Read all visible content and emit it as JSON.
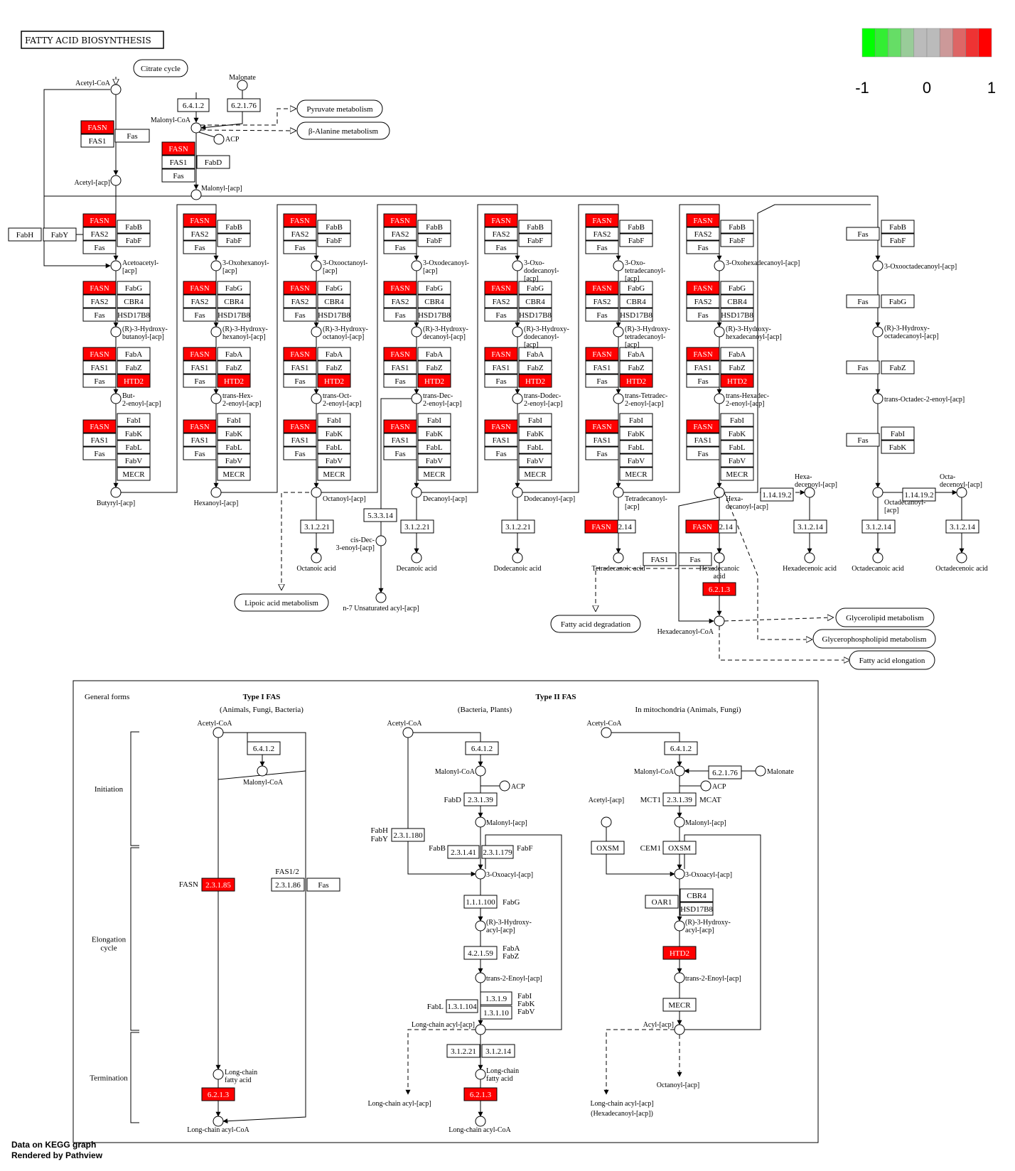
{
  "title": "FATTY ACID BIOSYNTHESIS",
  "legend": {
    "colors": [
      "#00ff00",
      "#33ee33",
      "#66dd66",
      "#99cc99",
      "#bbbbbb",
      "#bbbbbb",
      "#cc9999",
      "#dd6666",
      "#ee3333",
      "#ff0000"
    ],
    "labels": [
      "-1",
      "0",
      "1"
    ]
  },
  "footer": {
    "line1": "Data on KEGG graph",
    "line2": "Rendered by Pathview"
  },
  "highlight_color": "#ff0000",
  "pathway_links": [
    "Citrate cycle",
    "Pyruvate metabolism",
    "β-Alanine metabolism",
    "Lipoic acid metabolism",
    "Fatty acid degradation",
    "Glycerolipid metabolism",
    "Glycerophospholipid metabolism",
    "Fatty acid elongation"
  ],
  "top": {
    "acetyl_coa": "Acetyl-CoA",
    "malonate": "Malonate",
    "malonyl_coa": "Malonyl-CoA",
    "acp": "ACP",
    "acetyl_acp": "Acetyl-[acp]",
    "malonyl_acp": "Malonyl-[acp]",
    "ec_6412": "6.4.1.2",
    "ec_62176": "6.2.1.76",
    "fasn": "FASN",
    "fas1": "FAS1",
    "fas": "Fas",
    "fabd": "FabD",
    "fabh": "FabH",
    "faby": "FabY"
  },
  "gene_labels": {
    "fasn": "FASN",
    "fas2": "FAS2",
    "fas1": "FAS1",
    "fas": "Fas",
    "fabb": "FabB",
    "fabf": "FabF",
    "fabg": "FabG",
    "cbr4": "CBR4",
    "hsd": "HSD17B8",
    "faba": "FabA",
    "fabz": "FabZ",
    "htd2": "HTD2",
    "fabi": "FabI",
    "fabk": "FabK",
    "fabl": "FabL",
    "fabv": "FabV",
    "mecr": "MECR"
  },
  "columns": [
    {
      "keto": "Acetoacetyl-\n[acp]",
      "hydroxy": "(R)-3-Hydroxy-\nbutanoyl-[acp]",
      "enoyl": "But-\n2-enoyl-[acp]",
      "acyl": "Butyryl-[acp]"
    },
    {
      "keto": "3-Oxohexanoyl-\n[acp]",
      "hydroxy": "(R)-3-Hydroxy-\nhexanoyl-[acp]",
      "enoyl": "trans-Hex-\n2-enoyl-[acp]",
      "acyl": "Hexanoyl-[acp]"
    },
    {
      "keto": "3-Oxooctanoyl-\n[acp]",
      "hydroxy": "(R)-3-Hydroxy-\noctanoyl-[acp]",
      "enoyl": "trans-Oct-\n2-enoyl-[acp]",
      "acyl": "Octanoyl-[acp]",
      "ec": "3.1.2.21",
      "acid": "Octanoic acid"
    },
    {
      "keto": "3-Oxodecanoyl-\n[acp]",
      "hydroxy": "(R)-3-Hydroxy-\ndecanoyl-[acp]",
      "enoyl": "trans-Dec-\n2-enoyl-[acp]",
      "acyl": "Decanoyl-[acp]",
      "ec": "3.1.2.21",
      "acid": "Decanoic acid"
    },
    {
      "keto": "3-Oxo-\ndodecanoyl-\n[acp]",
      "hydroxy": "(R)-3-Hydroxy-\ndodecanoyl-\n[acp]",
      "enoyl": "trans-Dodec-\n2-enoyl-[acp]",
      "acyl": "Dodecanoyl-[acp]",
      "ec": "3.1.2.21",
      "acid": "Dodecanoic acid"
    },
    {
      "keto": "3-Oxo-\ntetradecanoyl-\n[acp]",
      "hydroxy": "(R)-3-Hydroxy-\ntetradecanoyl-\n[acp]",
      "enoyl": "trans-Tetradec-\n2-enoyl-[acp]",
      "acyl": "Tetradecanoyl-\n[acp]",
      "ec": "3.1.2.14",
      "acid": "Tetradecanoic acid"
    },
    {
      "keto": "3-Oxohexadecanoyl-[acp]",
      "hydroxy": "(R)-3-Hydroxy-\nhexadecanoyl-[acp]",
      "enoyl": "trans-Hexadec-\n2-enoyl-[acp]",
      "acyl": "Hexa-\ndecanoyl-[acp]",
      "ec": "3.1.2.14",
      "acid": "Hexadecanoic\nacid"
    }
  ],
  "col7": {
    "keto": "3-Oxooctadecanoyl-[acp]",
    "hydroxy": "(R)-3-Hydroxy-\noctadecanoyl-[acp]",
    "enoyl": "trans-Octadec-2-enoyl-[acp]",
    "acyl": "Octadecanoyl-\n[acp]",
    "ec": "3.1.2.14",
    "acid": "Octadecanoic acid"
  },
  "desat": {
    "ec": "1.14.19.2",
    "hexadecenoyl": "Hexa-\ndecenoyl-[acp]",
    "hexadecenoic": "Hexadecenoic acid",
    "octadecenoyl": "Octa-\ndecenoyl-[acp]",
    "octadecenoic": "Octadecenoic acid"
  },
  "misc": {
    "ec_53314": "5.3.3.14",
    "cis_dec": "cis-Dec-\n3-enoyl-[acp]",
    "n7": "n-7 Unsaturated acyl-[acp]",
    "hexadecanoyl_coa": "Hexadecanoyl-CoA",
    "ec_6213": "6.2.1.3"
  },
  "lower": {
    "general_forms": "General forms",
    "type1": "Type I FAS",
    "type1_sub": "(Animals, Fungi, Bacteria)",
    "type2": "Type II FAS",
    "type2_sub": "(Bacteria, Plants)",
    "mito_sub": "In mitochondria (Animals, Fungi)",
    "stages": [
      "Initiation",
      "Elongation\ncycle",
      "Termination"
    ],
    "acetyl_coa": "Acetyl-CoA",
    "malonyl_coa": "Malonyl-CoA",
    "malonyl_acp": "Malonyl-[acp]",
    "acetyl_acp": "Acetyl-[acp]",
    "acp": "ACP",
    "oxoacyl": "3-Oxoacyl-[acp]",
    "hydroxyacyl": "(R)-3-Hydroxy-\nacyl-[acp]",
    "enoyl": "trans-2-Enoyl-[acp]",
    "longchain_acyl": "Long-chain acyl-[acp]",
    "longchain_fa": "Long-chain\nfatty acid",
    "longchain_acylcoa": "Long-chain acyl-CoA",
    "acyl_acp": "Acyl-[acp]",
    "octanoyl": "Octanoyl-[acp]",
    "lc_hex": "Long-chain acyl-[acp]\n(Hexadecanoyl-[acp])",
    "malonate": "Malonate",
    "fasn": "FASN",
    "ec_23185": "2.3.1.85",
    "fas12": "FAS1/2",
    "ec_23186": "2.3.1.86",
    "fas": "Fas",
    "ec_6412": "6.4.1.2",
    "ec_23139": "2.3.1.39",
    "fabd": "FabD",
    "fabh": "FabH\nFabY",
    "ec_231180": "2.3.1.180",
    "fabb": "FabB",
    "ec_23141": "2.3.1.41",
    "ec_231179": "2.3.1.179",
    "fabf": "FabF",
    "ec_111100": "1.1.1.100",
    "fabg": "FabG",
    "ec_42159": "4.2.1.59",
    "fabaz": "FabA\nFabZ",
    "fabl": "FabL",
    "ec_131104": "1.3.1.104",
    "ec_1319": "1.3.1.9",
    "ec_13110": "1.3.1.10",
    "fabikv": "FabI\nFabK\nFabV",
    "ec_31221": "3.1.2.21",
    "ec_31214": "3.1.2.14",
    "ec_6213": "6.2.1.3",
    "ec_62176": "6.2.1.76",
    "mct1": "MCT1",
    "mcat": "MCAT",
    "oxsm": "OXSM",
    "cem1": "CEM1",
    "cbr4": "CBR4",
    "oar1": "OAR1",
    "hsd": "HSD17B8",
    "htd2": "HTD2",
    "mecr": "MECR"
  }
}
